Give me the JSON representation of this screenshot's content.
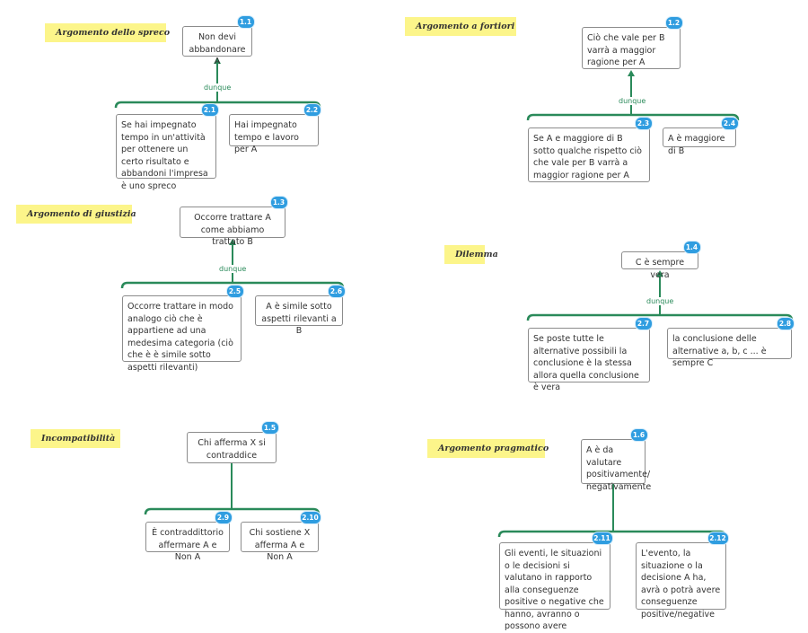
{
  "sections": [
    {
      "id": "spreco",
      "label": "Argomento dello spreco",
      "claim": {
        "text": "Non devi abbandonare A",
        "badge": "1.1"
      },
      "connector": "dunque",
      "premises": [
        {
          "text": "Se hai impegnato tempo in un'attività per ottenere un certo risultato e abbandoni l'impresa è uno spreco",
          "badge": "2.1"
        },
        {
          "text": "Hai impegnato tempo  e  lavoro per A",
          "badge": "2.2"
        }
      ]
    },
    {
      "id": "fortiori",
      "label": "Argomento a fortiori",
      "claim": {
        "text": "Ciò che vale per B varrà a maggior ragione per A",
        "badge": "1.2"
      },
      "connector": "dunque",
      "premises": [
        {
          "text": "Se A e maggiore di B sotto qualche rispetto ciò che vale per B varrà a maggior ragione per A",
          "badge": "2.3"
        },
        {
          "text": "A è maggiore di B",
          "badge": "2.4"
        }
      ]
    },
    {
      "id": "giustizia",
      "label": "Argomento di giustizia",
      "claim": {
        "text": "Occorre trattare A come abbiamo trattato B",
        "badge": "1.3"
      },
      "connector": "dunque",
      "premises": [
        {
          "text": "Occorre trattare in modo analogo ciò che è appartiene ad una medesima categoria (ciò che è è simile sotto aspetti rilevanti)",
          "badge": "2.5"
        },
        {
          "text": "A è simile sotto aspetti rilevanti a B",
          "badge": "2.6"
        }
      ]
    },
    {
      "id": "dilemma",
      "label": "Dilemma",
      "claim": {
        "text": "C è sempre vera",
        "badge": "1.4"
      },
      "connector": "dunque",
      "premises": [
        {
          "text": "Se poste tutte le alternative possibili la conclusione è la stessa allora quella conclusione è vera",
          "badge": "2.7"
        },
        {
          "text": "la conclusione delle alternative a, b, c ... è sempre C",
          "badge": "2.8"
        }
      ]
    },
    {
      "id": "incompat",
      "label": "Incompatibilità",
      "claim": {
        "text": "Chi afferma X si contraddice",
        "badge": "1.5"
      },
      "connector": "",
      "premises": [
        {
          "text": "È contraddittorio affermare A e Non A",
          "badge": "2.9"
        },
        {
          "text": "Chi sostiene X afferma A e Non A",
          "badge": "2.10"
        }
      ]
    },
    {
      "id": "pragmatico",
      "label": "Argomento pragmatico",
      "claim": {
        "text": "A è da valutare positivamente/ negativamente",
        "badge": "1.6"
      },
      "connector": "",
      "premises": [
        {
          "text": "Gli eventi, le situazioni o le decisioni si valutano in rapporto alla conseguenze positive o negative che hanno, avranno o possono avere",
          "badge": "2.11"
        },
        {
          "text": "L'evento, la situazione o la decisione A ha, avrà o potrà avere conseguenze positive/negative",
          "badge": "2.12"
        }
      ]
    }
  ],
  "colors": {
    "line": "#2a8a5a",
    "badge": "#2f9de0",
    "label_bg": "#fcf58a"
  }
}
